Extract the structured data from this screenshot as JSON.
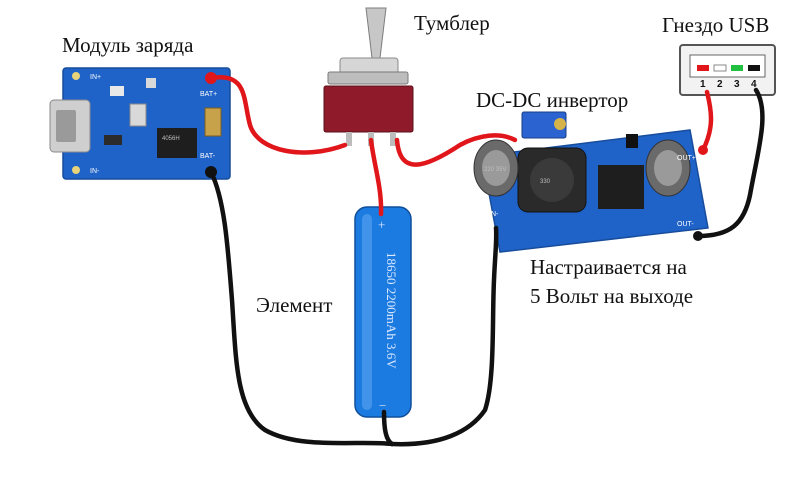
{
  "labels": {
    "charge_module": "Модуль заряда",
    "toggle_switch": "Тумблер",
    "usb_socket": "Гнездо USB",
    "dcdc_converter": "DC-DC инвертор",
    "cell": "Элемент",
    "note_line1": "Настраивается на",
    "note_line2": "5 Вольт на выходе"
  },
  "charge_board": {
    "pin_in_plus": "IN+",
    "pin_in_minus": "IN-",
    "pin_bat_plus": "BAT+",
    "pin_bat_minus": "BAT-",
    "chip_text": "4056H"
  },
  "battery": {
    "text": "18650 2200mAh 3.6V",
    "plus": "+",
    "minus": "−"
  },
  "converter": {
    "pin_in_minus": "IN-",
    "pin_out_plus": "OUT+",
    "pin_out_minus": "OUT-",
    "inductor_text": "330",
    "cap_text": "220 35V"
  },
  "usb": {
    "pins": [
      "1",
      "2",
      "3",
      "4"
    ]
  },
  "colors": {
    "wire_positive": "#e0161b",
    "wire_negative": "#111111",
    "pcb": "#1f63c9",
    "battery": "#1c7be0",
    "switch_body": "#8f1b2a"
  }
}
